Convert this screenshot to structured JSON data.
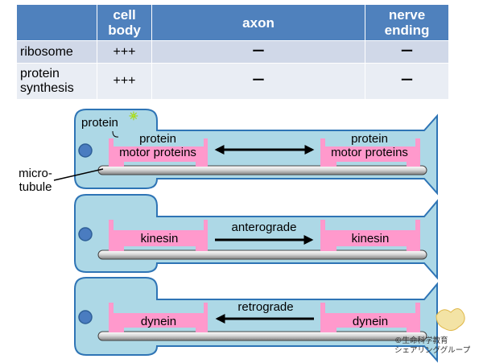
{
  "table": {
    "headers": [
      "",
      "cell\nbody",
      "axon",
      "nerve\nending"
    ],
    "rows": [
      {
        "label": "ribosome",
        "values": [
          "+++",
          "ー",
          "ー"
        ]
      },
      {
        "label": "protein\nsynthesis",
        "values": [
          "+++",
          "ー",
          "ー"
        ]
      }
    ]
  },
  "panel1": {
    "protein_label": "protein",
    "left_motor": "protein\nmotor proteins",
    "right_motor": "protein\nmotor proteins",
    "micro_label": "micro-\ntubule"
  },
  "panel2": {
    "left_motor": "kinesin",
    "right_motor": "kinesin",
    "direction": "anterograde"
  },
  "panel3": {
    "left_motor": "dynein",
    "right_motor": "dynein",
    "direction": "retrograde"
  },
  "credit": {
    "line1": "©生命科学教育",
    "line2": "シェアリンググループ"
  },
  "colors": {
    "cell_fill": "#add8e6",
    "cell_stroke": "#2e74b5",
    "motor": "#ff99cc",
    "nucleus": "#4a7cc0",
    "star": "#ccff33"
  }
}
